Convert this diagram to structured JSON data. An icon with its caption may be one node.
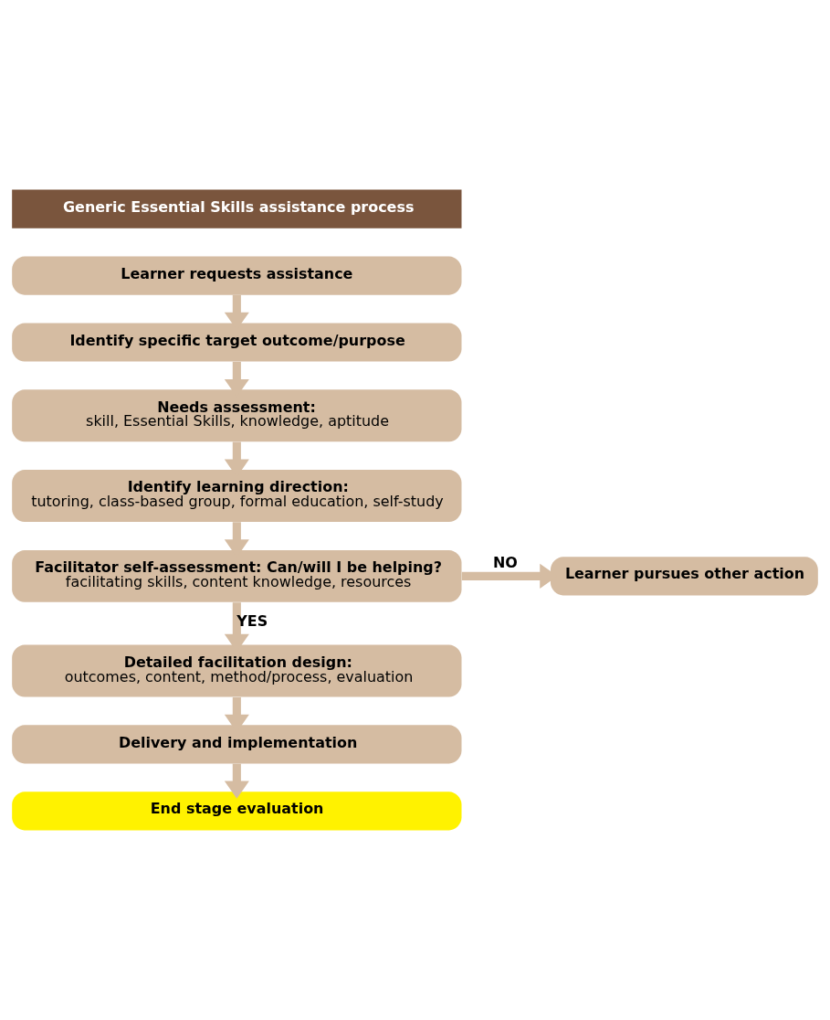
{
  "diagram": {
    "title": "Generic Essential Skills assistance process",
    "nodes": [
      {
        "text": [
          "Learner requests assistance"
        ]
      },
      {
        "text": [
          "Identify specific target outcome/purpose"
        ]
      },
      {
        "text": [
          "Needs assessment:",
          "skill, Essential Skills, knowledge, aptitude"
        ]
      },
      {
        "text": [
          "Identify learning direction:",
          "tutoring, class-based group, formal education, self-study"
        ]
      },
      {
        "text": [
          "Facilitator self-assessment: Can/will I be helping?",
          "facilitating skills, content knowledge, resources"
        ]
      },
      {
        "text": [
          "Learner pursues other action"
        ]
      },
      {
        "text": [
          "Detailed facilitation design:",
          "outcomes, content, method/process, evaluation"
        ]
      },
      {
        "text": [
          "Delivery and implementation"
        ]
      },
      {
        "text": [
          "End stage evaluation"
        ]
      }
    ],
    "edges": [
      {
        "from": 0,
        "to": 1,
        "arrow": "to"
      },
      {
        "from": 1,
        "to": 2,
        "arrow": "to"
      },
      {
        "from": 2,
        "to": 3,
        "arrow": "to"
      },
      {
        "from": 3,
        "to": 4,
        "arrow": "to"
      },
      {
        "from": 4,
        "to": 5,
        "label": "NO",
        "arrow": "to"
      },
      {
        "from": 4,
        "to": 6,
        "label": "YES",
        "arrow": "to"
      },
      {
        "from": 6,
        "to": 7,
        "arrow": "to"
      },
      {
        "from": 7,
        "to": 8,
        "arrow": "to"
      }
    ]
  }
}
